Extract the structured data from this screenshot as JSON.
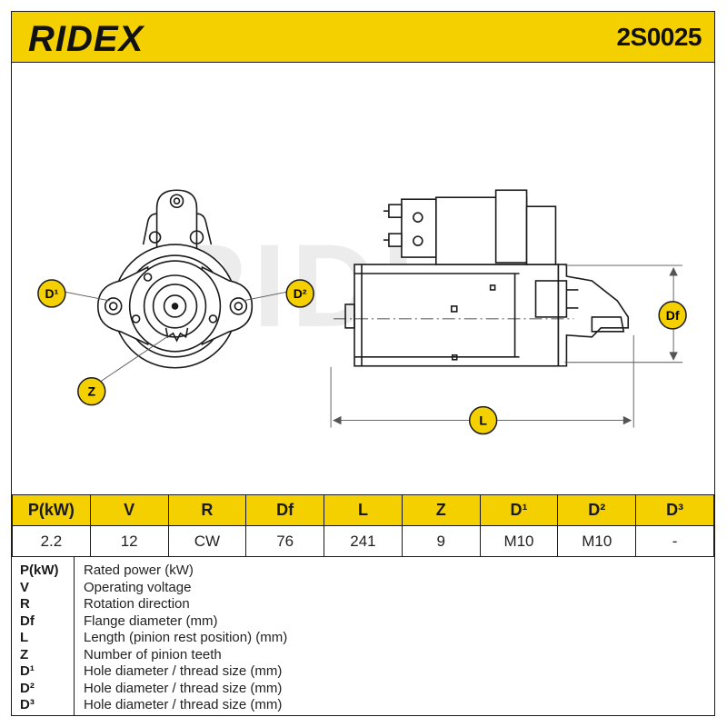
{
  "header": {
    "brand": "RIDEX",
    "part_number": "2S0025",
    "brand_color": "#f5d000"
  },
  "drawing": {
    "watermark": "RIDEX",
    "callouts": {
      "d1": "D¹",
      "d2": "D²",
      "z": "Z",
      "df": "Df",
      "l": "L"
    }
  },
  "specs": {
    "headers": [
      "P(kW)",
      "V",
      "R",
      "Df",
      "L",
      "Z",
      "D¹",
      "D²",
      "D³"
    ],
    "values": [
      "2.2",
      "12",
      "CW",
      "76",
      "241",
      "9",
      "M10",
      "M10",
      "-"
    ]
  },
  "legend": [
    {
      "key": "P(kW)",
      "desc": "Rated power (kW)"
    },
    {
      "key": "V",
      "desc": "Operating voltage"
    },
    {
      "key": "R",
      "desc": "Rotation direction"
    },
    {
      "key": "Df",
      "desc": "Flange diameter (mm)"
    },
    {
      "key": "L",
      "desc": "Length (pinion rest position) (mm)"
    },
    {
      "key": "Z",
      "desc": "Number of pinion teeth"
    },
    {
      "key": "D¹",
      "desc": "Hole diameter / thread size (mm)"
    },
    {
      "key": "D²",
      "desc": "Hole diameter / thread size (mm)"
    },
    {
      "key": "D³",
      "desc": "Hole diameter / thread size (mm)"
    }
  ]
}
